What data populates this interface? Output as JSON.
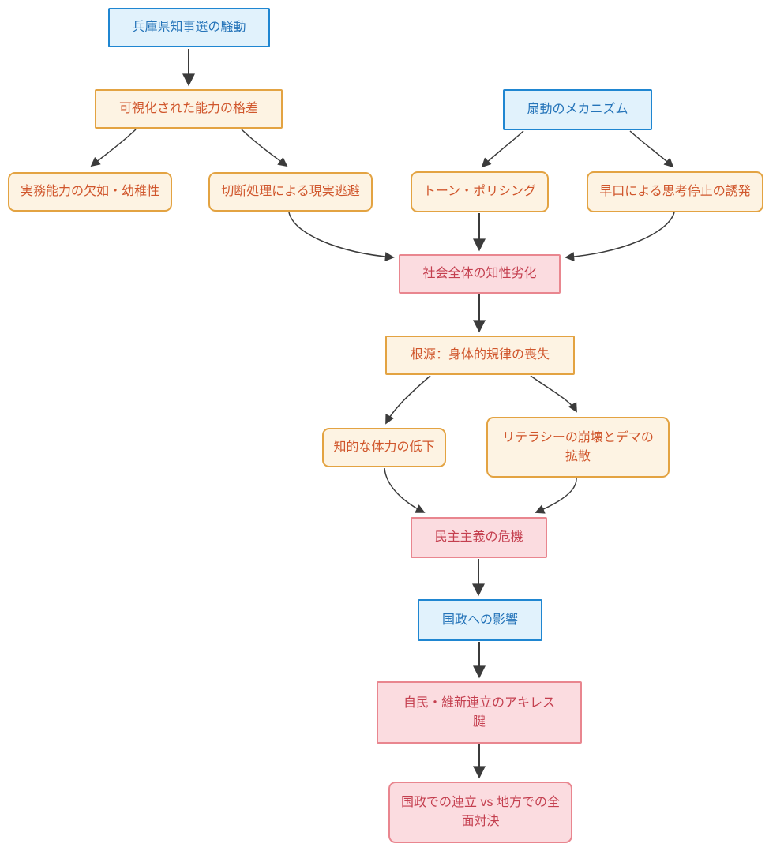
{
  "diagram": {
    "type": "flowchart",
    "direction": "top-down",
    "nodes": [
      {
        "id": "hyogo-election",
        "label": "兵庫県知事選の騒動",
        "style": "blue",
        "shape": "rect"
      },
      {
        "id": "ability-gap",
        "label": "可視化された能力の格差",
        "style": "orange",
        "shape": "rect"
      },
      {
        "id": "lack-practical-ability",
        "label": "実務能力の欠如・幼稚性",
        "style": "orange",
        "shape": "rounded"
      },
      {
        "id": "reality-escape",
        "label": "切断処理による現実逃避",
        "style": "orange",
        "shape": "rounded"
      },
      {
        "id": "agitation-mechanism",
        "label": "扇動のメカニズム",
        "style": "blue",
        "shape": "rect"
      },
      {
        "id": "tone-policing",
        "label": "トーン・ポリシング",
        "style": "orange",
        "shape": "rounded"
      },
      {
        "id": "fast-talk-thought-stop",
        "label": "早口による思考停止の誘発",
        "style": "orange",
        "shape": "rounded"
      },
      {
        "id": "societal-intellect-decline",
        "label": "社会全体の知性劣化",
        "style": "red",
        "shape": "rect"
      },
      {
        "id": "root-physical-discipline-loss",
        "label": "根源：身体的規律の喪失",
        "style": "orange",
        "shape": "rect"
      },
      {
        "id": "intellectual-stamina-decline",
        "label": "知的な体力の低下",
        "style": "orange",
        "shape": "rounded"
      },
      {
        "id": "literacy-collapse-dema",
        "label": "リテラシーの崩壊とデマの拡散",
        "style": "orange",
        "shape": "rounded"
      },
      {
        "id": "democracy-crisis",
        "label": "民主主義の危機",
        "style": "red",
        "shape": "rect"
      },
      {
        "id": "national-politics-impact",
        "label": "国政への影響",
        "style": "blue",
        "shape": "rect"
      },
      {
        "id": "ldp-ishin-achilles-heel",
        "label": "自民・維新連立のアキレス腱",
        "style": "red",
        "shape": "rect"
      },
      {
        "id": "coalition-vs-confrontation",
        "label": "国政での連立 vs 地方での全面対決",
        "style": "red",
        "shape": "rounded"
      }
    ],
    "edges": [
      {
        "from": "hyogo-election",
        "to": "ability-gap"
      },
      {
        "from": "ability-gap",
        "to": "lack-practical-ability"
      },
      {
        "from": "ability-gap",
        "to": "reality-escape"
      },
      {
        "from": "agitation-mechanism",
        "to": "tone-policing"
      },
      {
        "from": "agitation-mechanism",
        "to": "fast-talk-thought-stop"
      },
      {
        "from": "reality-escape",
        "to": "societal-intellect-decline"
      },
      {
        "from": "tone-policing",
        "to": "societal-intellect-decline"
      },
      {
        "from": "fast-talk-thought-stop",
        "to": "societal-intellect-decline"
      },
      {
        "from": "societal-intellect-decline",
        "to": "root-physical-discipline-loss"
      },
      {
        "from": "root-physical-discipline-loss",
        "to": "intellectual-stamina-decline"
      },
      {
        "from": "root-physical-discipline-loss",
        "to": "literacy-collapse-dema"
      },
      {
        "from": "intellectual-stamina-decline",
        "to": "democracy-crisis"
      },
      {
        "from": "literacy-collapse-dema",
        "to": "democracy-crisis"
      },
      {
        "from": "democracy-crisis",
        "to": "national-politics-impact"
      },
      {
        "from": "national-politics-impact",
        "to": "ldp-ishin-achilles-heel"
      },
      {
        "from": "ldp-ishin-achilles-heel",
        "to": "coalition-vs-confrontation"
      }
    ],
    "colors": {
      "background": "#ffffff",
      "blue_node": {
        "fill": "#e1f2fc",
        "border": "#1f86d1",
        "text": "#2574b9"
      },
      "orange_node": {
        "fill": "#fdf3e3",
        "border": "#e3a342",
        "text": "#d0562c"
      },
      "red_node": {
        "fill": "#fbdce0",
        "border": "#e9868f",
        "text": "#c43f4f"
      },
      "edge": "#3b3b3b"
    }
  }
}
